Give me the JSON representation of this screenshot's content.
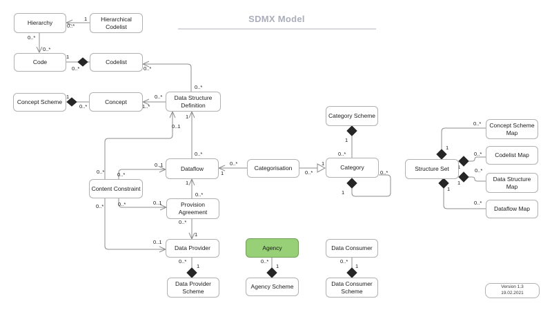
{
  "title": {
    "text": "SDMX Model"
  },
  "version_note": {
    "line1": "Version 1.3",
    "line2": "19.02.2021"
  },
  "colors": {
    "agency_fill": "#97d077",
    "agency_border": "#6f9c54",
    "box_border": "#b0b0b0",
    "edge": "#8c8c8c",
    "diamond": "#262626",
    "title": "#a9aeba",
    "rule": "#bdc1cb"
  },
  "nodes": {
    "hierarchy": {
      "label": "Hierarchy"
    },
    "hierarchical_codelist": {
      "label": "Hierarchical Codelist"
    },
    "code": {
      "label": "Code"
    },
    "codelist": {
      "label": "Codelist"
    },
    "concept_scheme": {
      "label": "Concept Scheme"
    },
    "concept": {
      "label": "Concept"
    },
    "data_structure_definition": {
      "label": "Data Structure Definition"
    },
    "dataflow": {
      "label": "Dataflow"
    },
    "content_constraint": {
      "label": "Content Constraint"
    },
    "categorisation": {
      "label": "Categorisation"
    },
    "category": {
      "label": "Category"
    },
    "category_scheme": {
      "label": "Category Scheme"
    },
    "provision_agreement": {
      "label": "Provision Agreement"
    },
    "data_provider": {
      "label": "Data Provider"
    },
    "data_provider_scheme": {
      "label": "Data Provider Scheme"
    },
    "agency": {
      "label": "Agency"
    },
    "agency_scheme": {
      "label": "Agency Scheme"
    },
    "data_consumer": {
      "label": "Data Consumer"
    },
    "data_consumer_scheme": {
      "label": "Data Consumer Scheme"
    },
    "structure_set": {
      "label": "Structure Set"
    },
    "concept_scheme_map": {
      "label": "Concept Scheme Map"
    },
    "codelist_map": {
      "label": "Codelist Map"
    },
    "data_structure_map": {
      "label": "Data Structure Map"
    },
    "dataflow_map": {
      "label": "Dataflow Map"
    }
  },
  "relations": [
    {
      "from": "hierarchical_codelist",
      "to": "hierarchy",
      "type": "open-arrow",
      "from_label": "1",
      "to_label": "0..*"
    },
    {
      "from": "hierarchy",
      "to": "code",
      "type": "open-arrow",
      "from_label": "0..*",
      "to_label": "0..*"
    },
    {
      "from": "codelist",
      "to": "code",
      "type": "composition",
      "from_label": "0..*",
      "to_label": "1"
    },
    {
      "from": "data_structure_definition",
      "to": "codelist",
      "type": "open-arrow",
      "from_label": "0..*",
      "to_label": "0..*"
    },
    {
      "from": "concept_scheme",
      "to": "concept",
      "type": "composition",
      "from_label": "1",
      "to_label": "0..*"
    },
    {
      "from": "data_structure_definition",
      "to": "concept",
      "type": "open-arrow",
      "from_label": "0..*",
      "to_label": "1..*"
    },
    {
      "from": "content_constraint",
      "to": "data_structure_definition",
      "type": "open-arrow",
      "from_label": "0..*",
      "to_label": "0..1"
    },
    {
      "from": "dataflow",
      "to": "data_structure_definition",
      "type": "open-arrow",
      "from_label": "0..*",
      "to_label": "1"
    },
    {
      "from": "content_constraint",
      "to": "dataflow",
      "type": "open-arrow",
      "from_label": "0..*",
      "to_label": "0..1"
    },
    {
      "from": "categorisation",
      "to": "dataflow",
      "type": "open-arrow",
      "from_label": "0..*",
      "to_label": "1"
    },
    {
      "from": "provision_agreement",
      "to": "dataflow",
      "type": "open-arrow",
      "from_label": "0..*",
      "to_label": "1"
    },
    {
      "from": "content_constraint",
      "to": "provision_agreement",
      "type": "open-arrow",
      "from_label": "0..*",
      "to_label": "0..1"
    },
    {
      "from": "content_constraint",
      "to": "data_provider",
      "type": "open-arrow",
      "from_label": "0..*",
      "to_label": "0..1"
    },
    {
      "from": "provision_agreement",
      "to": "data_provider",
      "type": "open-arrow",
      "from_label": "0..*",
      "to_label": "1"
    },
    {
      "from": "data_provider_scheme",
      "to": "data_provider",
      "type": "composition",
      "from_label": "1",
      "to_label": "0..*"
    },
    {
      "from": "agency_scheme",
      "to": "agency",
      "type": "composition",
      "from_label": "1",
      "to_label": "0..*"
    },
    {
      "from": "data_consumer_scheme",
      "to": "data_consumer",
      "type": "composition",
      "from_label": "1",
      "to_label": "0..*"
    },
    {
      "from": "categorisation",
      "to": "category",
      "type": "triangle-arrow",
      "from_label": "0..*",
      "to_label": "1"
    },
    {
      "from": "category_scheme",
      "to": "category",
      "type": "composition",
      "from_label": "1",
      "to_label": "0..*"
    },
    {
      "from": "category",
      "to": "category",
      "type": "composition-self",
      "from_label": "1",
      "to_label": "0..*"
    },
    {
      "from": "structure_set",
      "to": "concept_scheme_map",
      "type": "composition",
      "from_label": "1",
      "to_label": "0..*"
    },
    {
      "from": "structure_set",
      "to": "codelist_map",
      "type": "composition",
      "from_label": "1",
      "to_label": "0..*"
    },
    {
      "from": "structure_set",
      "to": "data_structure_map",
      "type": "composition",
      "from_label": "1",
      "to_label": "0..*"
    },
    {
      "from": "structure_set",
      "to": "dataflow_map",
      "type": "composition",
      "from_label": "1",
      "to_label": "0..*"
    }
  ],
  "labels": [
    {
      "t": "1"
    },
    {
      "t": "0..*"
    },
    {
      "t": "0..*"
    },
    {
      "t": "0..*"
    },
    {
      "t": "1"
    },
    {
      "t": "0..*"
    },
    {
      "t": "0..*"
    },
    {
      "t": "0..*"
    },
    {
      "t": "1"
    },
    {
      "t": "0..*"
    },
    {
      "t": "1..*"
    },
    {
      "t": "0..*"
    },
    {
      "t": "0..1"
    },
    {
      "t": "1"
    },
    {
      "t": "0..*"
    },
    {
      "t": "0..*"
    },
    {
      "t": "0..*"
    },
    {
      "t": "0..1"
    },
    {
      "t": "1"
    },
    {
      "t": "0..*"
    },
    {
      "t": "1"
    },
    {
      "t": "0..*"
    },
    {
      "t": "0..*"
    },
    {
      "t": "0..1"
    },
    {
      "t": "0..*"
    },
    {
      "t": "0..1"
    },
    {
      "t": "0..*"
    },
    {
      "t": "1"
    },
    {
      "t": "0..*"
    },
    {
      "t": "1"
    },
    {
      "t": "0..*"
    },
    {
      "t": "1"
    },
    {
      "t": "0..*"
    },
    {
      "t": "1"
    },
    {
      "t": "0..*"
    },
    {
      "t": "1"
    },
    {
      "t": "1"
    },
    {
      "t": "0..*"
    },
    {
      "t": "1"
    },
    {
      "t": "0..*"
    },
    {
      "t": "1"
    },
    {
      "t": "0..*"
    },
    {
      "t": "1"
    },
    {
      "t": "0..*"
    },
    {
      "t": "1"
    },
    {
      "t": "0..*"
    },
    {
      "t": "1"
    },
    {
      "t": "0..*"
    }
  ]
}
